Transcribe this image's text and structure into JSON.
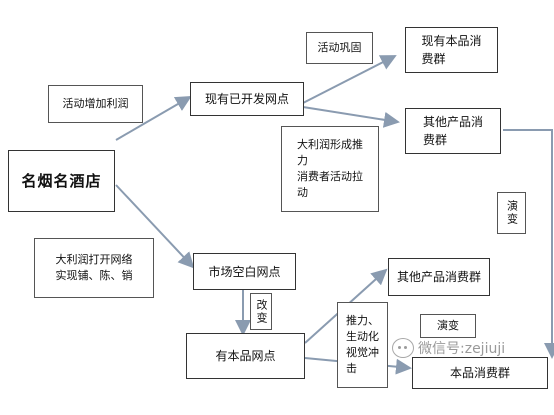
{
  "nodes": {
    "famous_brand": "名烟名酒店",
    "existing_outlets": "现有已开发网点",
    "market_blank": "市场空白网点",
    "own_outlets": "有本品网点",
    "own_consumers_top": "现有本品消\n费群",
    "other_consumers_top": "其他产品消\n费群",
    "other_consumers_bottom": "其他产品消费群",
    "own_consumers_bottom": "本品消费群"
  },
  "labels": {
    "profit_boost": "活动增加利润",
    "profit_network": "大利润打开网络\n实现铺、陈、销",
    "activity_consolidate": "活动巩固",
    "profit_push": "大利润形成推\n力\n消费者活动拉\n动",
    "evolve_right": "演变",
    "change": "改变",
    "push_vivid": "推力、\n生动化\n视觉冲\n击",
    "evolve_bottom": "演变"
  },
  "watermark": {
    "icon": "wechat-icon",
    "text": "微信号:zejiuji"
  },
  "colors": {
    "arrow": "#8a9bb0",
    "border": "#333333"
  }
}
